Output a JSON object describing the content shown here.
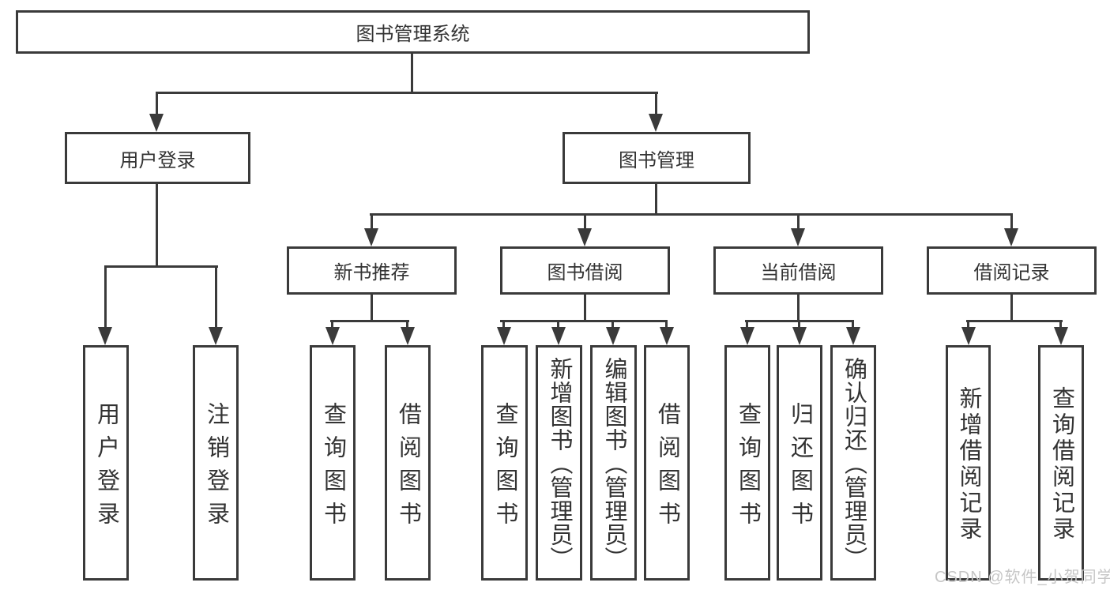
{
  "diagram": {
    "title_node": "图书管理系统",
    "root": {
      "label": "图书管理系统"
    },
    "branches": [
      {
        "label": "用户登录",
        "children": [
          {
            "label": "用户登录"
          },
          {
            "label": "注销登录"
          }
        ]
      },
      {
        "label": "图书管理",
        "groups": [
          {
            "label": "新书推荐",
            "children": [
              {
                "label": "查询图书"
              },
              {
                "label": "借阅图书"
              }
            ]
          },
          {
            "label": "图书借阅",
            "children": [
              {
                "label": "查询图书"
              },
              {
                "label": "新增图书（管理员）"
              },
              {
                "label": "编辑图书（管理员）"
              },
              {
                "label": "借阅图书"
              }
            ]
          },
          {
            "label": "当前借阅",
            "children": [
              {
                "label": "查询图书"
              },
              {
                "label": "归还图书"
              },
              {
                "label": "确认归还（管理员）"
              }
            ]
          },
          {
            "label": "借阅记录",
            "children": [
              {
                "label": "新增借阅记录"
              },
              {
                "label": "查询借阅记录"
              }
            ]
          }
        ]
      }
    ]
  },
  "watermark": {
    "text": "CSDN @软件_小贺同学",
    "color": "#c6c6c6"
  },
  "colors": {
    "line": "#3a3a3a",
    "text": "#333333",
    "background": "#ffffff"
  }
}
